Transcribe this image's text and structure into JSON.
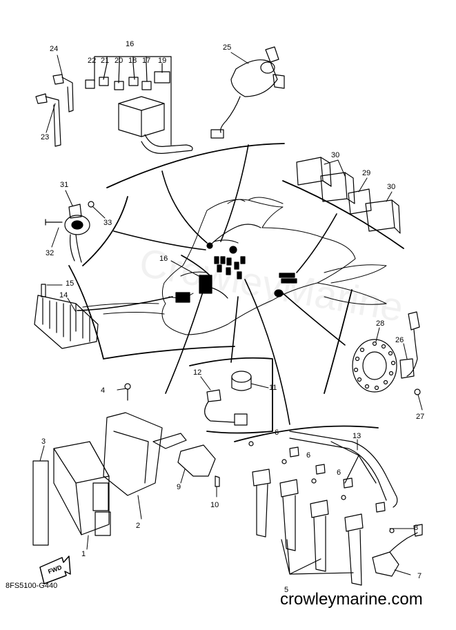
{
  "diagram": {
    "drawing_code": "8FS5100-G440",
    "site": "crowleymarine.com",
    "watermark": "CrowleyMarine",
    "fwd_label": "FWD",
    "callouts": {
      "c1": "1",
      "c2": "2",
      "c3": "3",
      "c4": "4",
      "c5": "5",
      "c6a": "6",
      "c6b": "6",
      "c6c": "6",
      "c7": "7",
      "c8": "8",
      "c9": "9",
      "c10": "10",
      "c11": "11",
      "c12": "12",
      "c13": "13",
      "c14": "14",
      "c15": "15",
      "c16a": "16",
      "c16b": "16",
      "c17": "17",
      "c18": "18",
      "c19": "19",
      "c20": "20",
      "c21": "21",
      "c22": "22",
      "c23": "23",
      "c24": "24",
      "c25": "25",
      "c26": "26",
      "c27": "27",
      "c28": "28",
      "c29": "29",
      "c30a": "30",
      "c30b": "30",
      "c31": "31",
      "c32": "32",
      "c33": "33"
    }
  }
}
